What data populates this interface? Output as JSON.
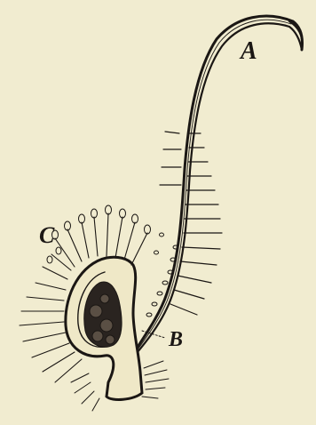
{
  "labels": {
    "a": "A",
    "b": "B",
    "c": "C"
  },
  "colors": {
    "paper": "#f1ecd0",
    "ink": "#1b1714"
  },
  "icons": {
    "hook": "hooked-tip",
    "bristles": "radiating-hairs",
    "globules": "dark-glands"
  }
}
